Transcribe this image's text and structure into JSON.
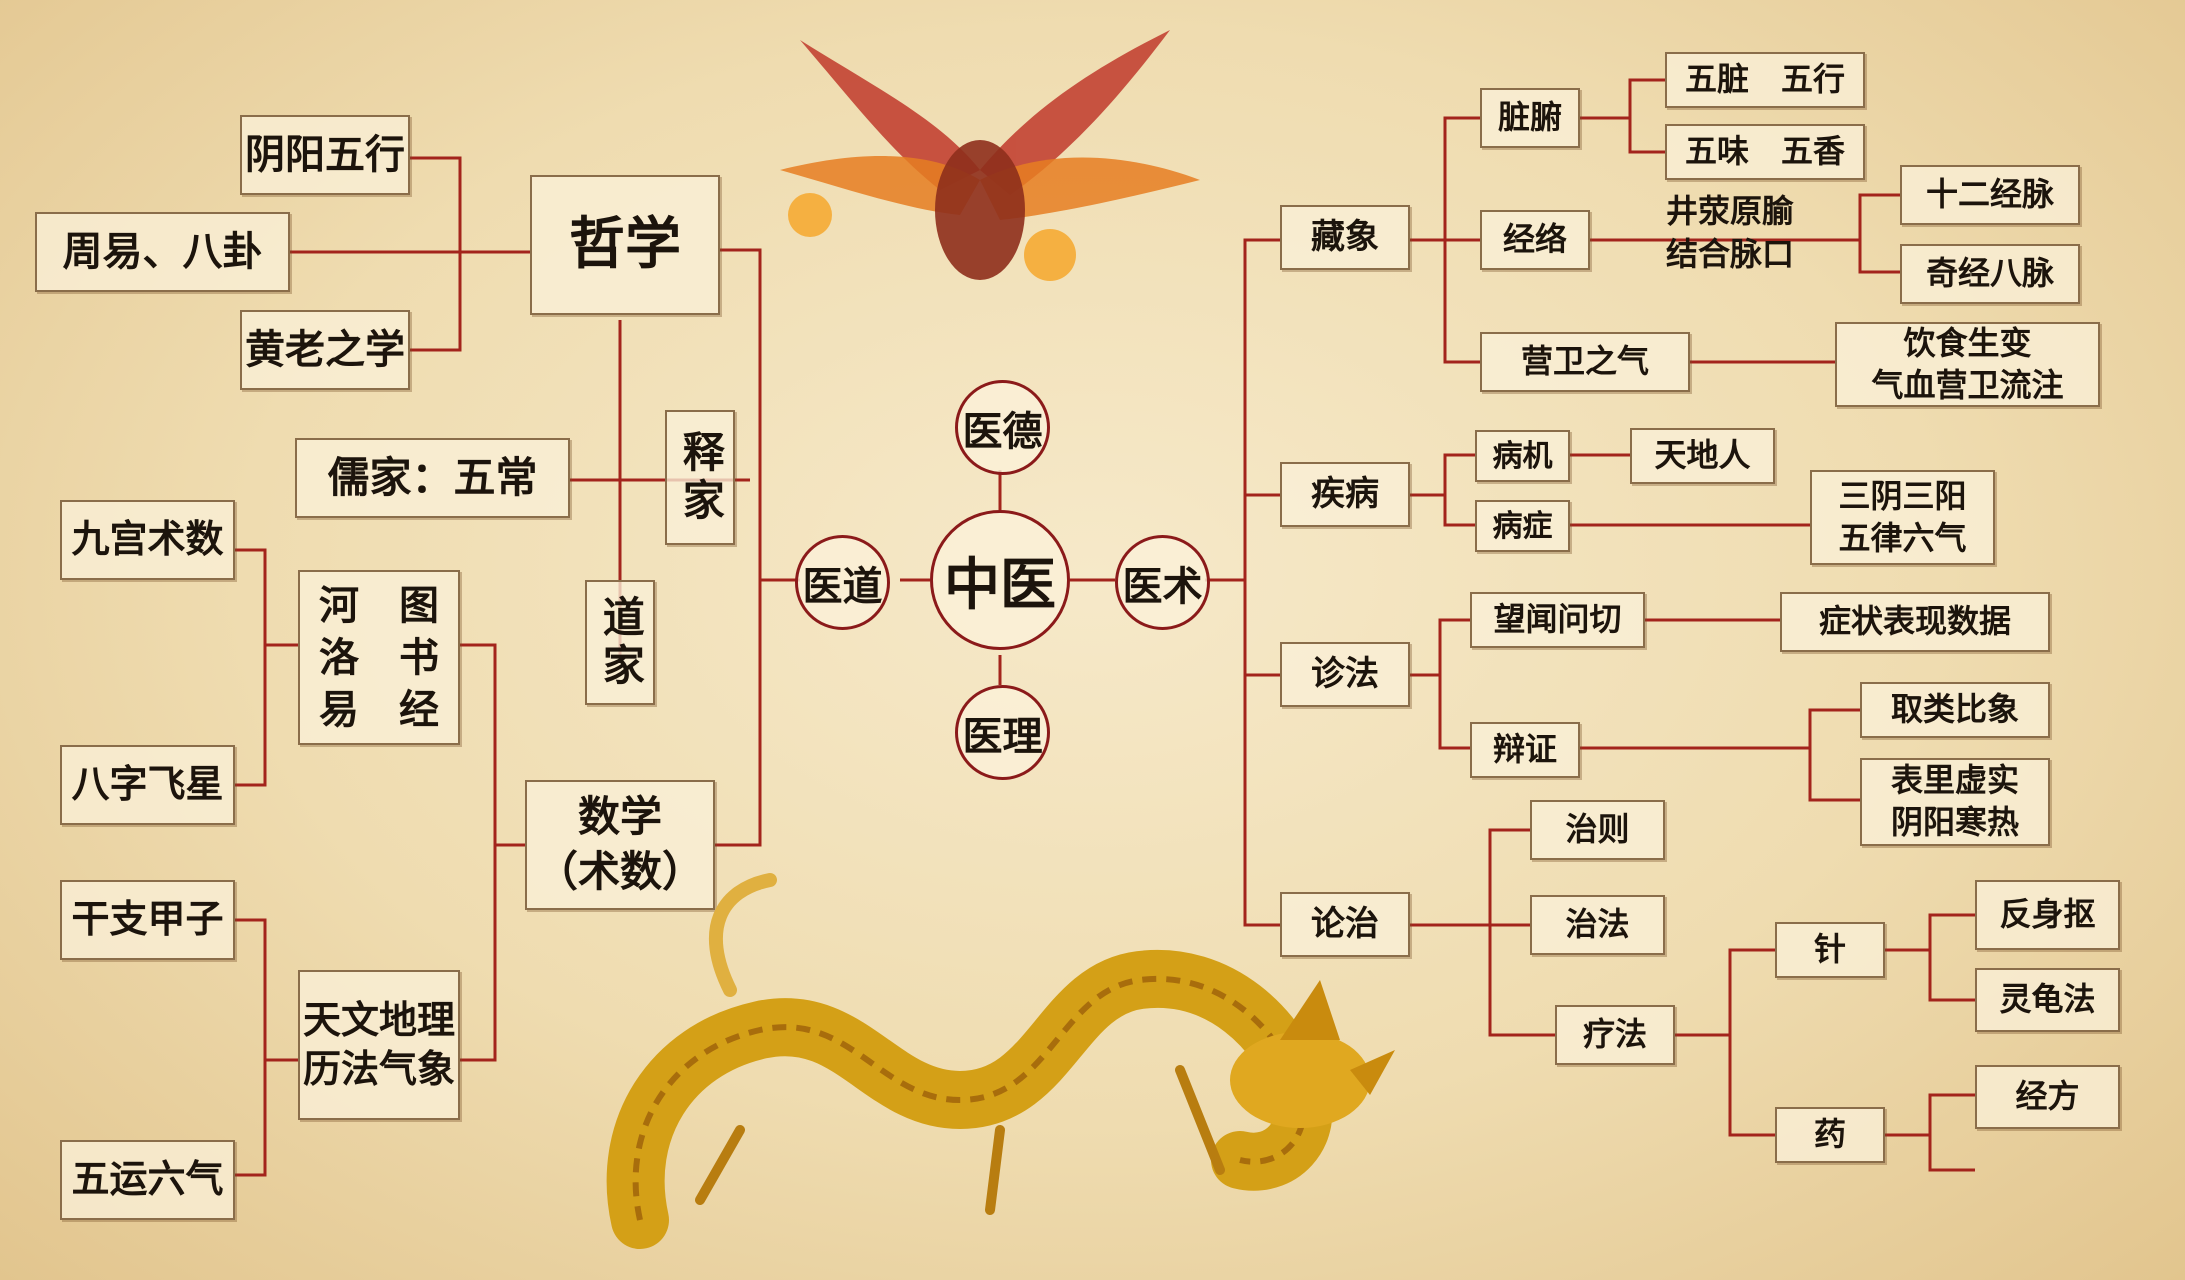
{
  "colors": {
    "connector": "#a3241c",
    "box_border": "#8a6d4a",
    "hub_border": "#8b1a1a"
  },
  "center": "中医",
  "hub": {
    "top": "医德",
    "bottom": "医理",
    "left": "医道",
    "right": "医术"
  },
  "left": {
    "zhexue": "哲学",
    "yinyang": "阴阳五行",
    "zhouyi": "周易、八卦",
    "huanglao": "黄老之学",
    "rujia": "儒家：五常",
    "shijia": "释家",
    "daojia": "道家",
    "shuxue": "数学\n（术数）",
    "jiugong": "九宫术数",
    "hetu": "河　图\n洛　书\n易　经",
    "bazi": "八字飞星",
    "ganzhi": "干支甲子",
    "tianwen": "天文地理\n历法气象",
    "wuyun": "五运六气"
  },
  "right": {
    "zangxiang": "藏象",
    "zangfu": "脏腑",
    "wuzang": "五脏　五行",
    "wuwei": "五味　五香",
    "jingluo": "经络",
    "jingying": "井荥原腧\n结合脉口",
    "shier": "十二经脉",
    "qijing": "奇经八脉",
    "yingwei": "营卫之气",
    "yinshi": "饮食生变\n气血营卫流注",
    "jibing": "疾病",
    "bingji": "病机",
    "tiandi": "天地人",
    "bingzheng": "病症",
    "sanyin": "三阴三阳\n五律六气",
    "zhenfa": "诊法",
    "wangwen": "望闻问切",
    "zhengzhuang": "症状表现数据",
    "bianzheng": "辩证",
    "qulei": "取类比象",
    "biaoli": "表里虚实\n阴阳寒热",
    "lunzhi": "论治",
    "zhize": "治则",
    "zhifa": "治法",
    "liaofa": "疗法",
    "zhen": "针",
    "fanshen": "反身抠",
    "linggui": "灵龟法",
    "yao": "药",
    "jingfang": "经方"
  }
}
